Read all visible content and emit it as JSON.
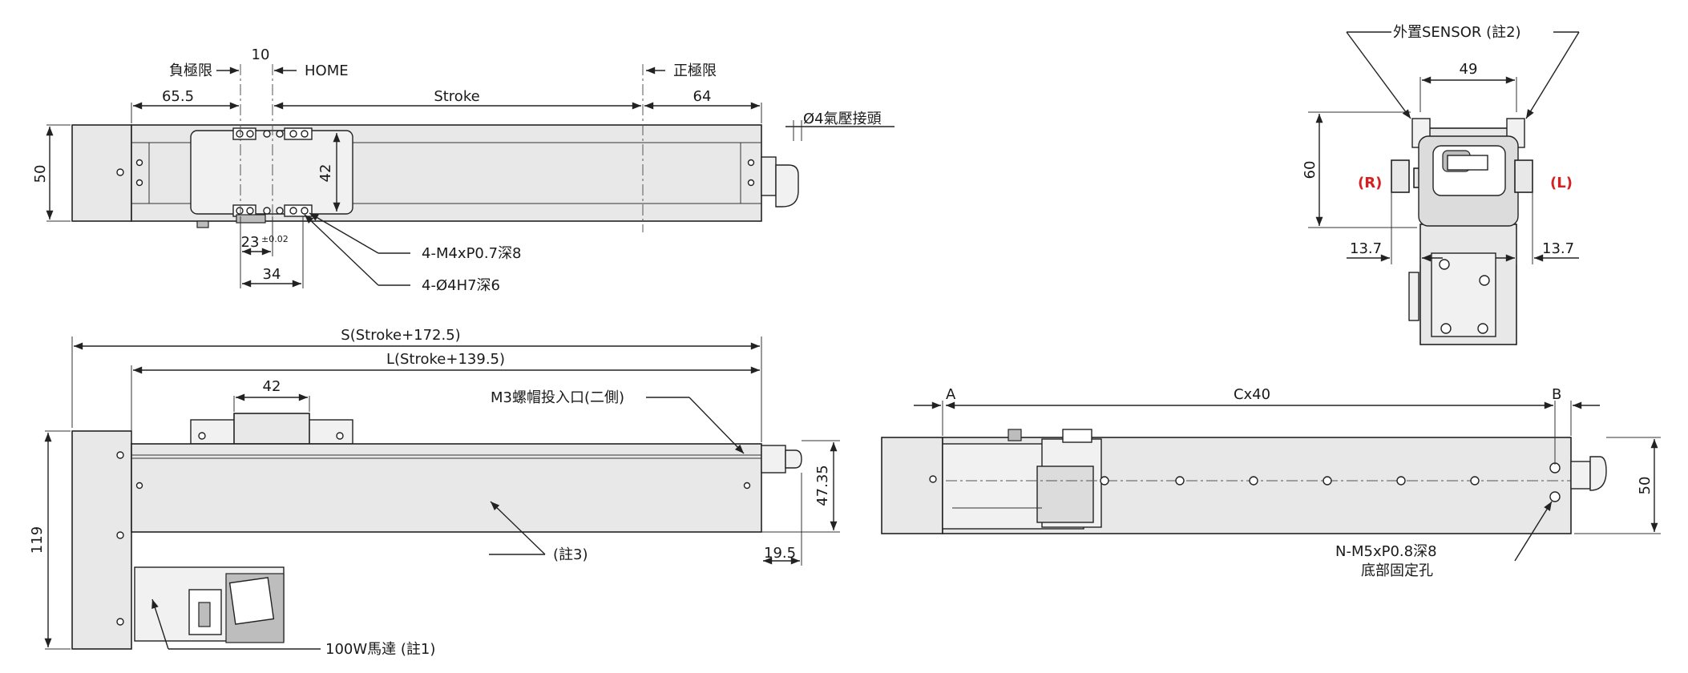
{
  "top_view": {
    "neg_limit": "負極限",
    "home_offset": "10",
    "home": "HOME",
    "pos_limit": "正極限",
    "dim_left": "65.5",
    "dim_stroke": "Stroke",
    "dim_right": "64",
    "height": "50",
    "carriage_height": "42",
    "air_fitting": "Ø4氣壓接頭",
    "pitch_value": "23",
    "pitch_tolerance": "±0.02",
    "pitch_34": "34",
    "tapped_holes": "4-M4xP0.7深8",
    "pin_holes": "4-Ø4H7深6"
  },
  "end_view": {
    "sensor_note": "外置SENSOR (註2)",
    "width": "49",
    "height": "60",
    "right_label": "(R)",
    "left_label": "(L)",
    "offset_left": "13.7",
    "offset_right": "13.7"
  },
  "side_view": {
    "overall": "S(Stroke+172.5)",
    "length": "L(Stroke+139.5)",
    "carriage_width": "42",
    "cap_inlet": "M3螺帽投入口(二側)",
    "total_height": "119",
    "fitting_height": "47.35",
    "fitting_length": "19.5",
    "note3": "(註3)",
    "motor": "100W馬達 (註1)"
  },
  "bottom_view": {
    "a": "A",
    "pitch": "Cx40",
    "b": "B",
    "height": "50",
    "mount_holes": "N-M5xP0.8深8",
    "mount_desc": "底部固定孔"
  }
}
